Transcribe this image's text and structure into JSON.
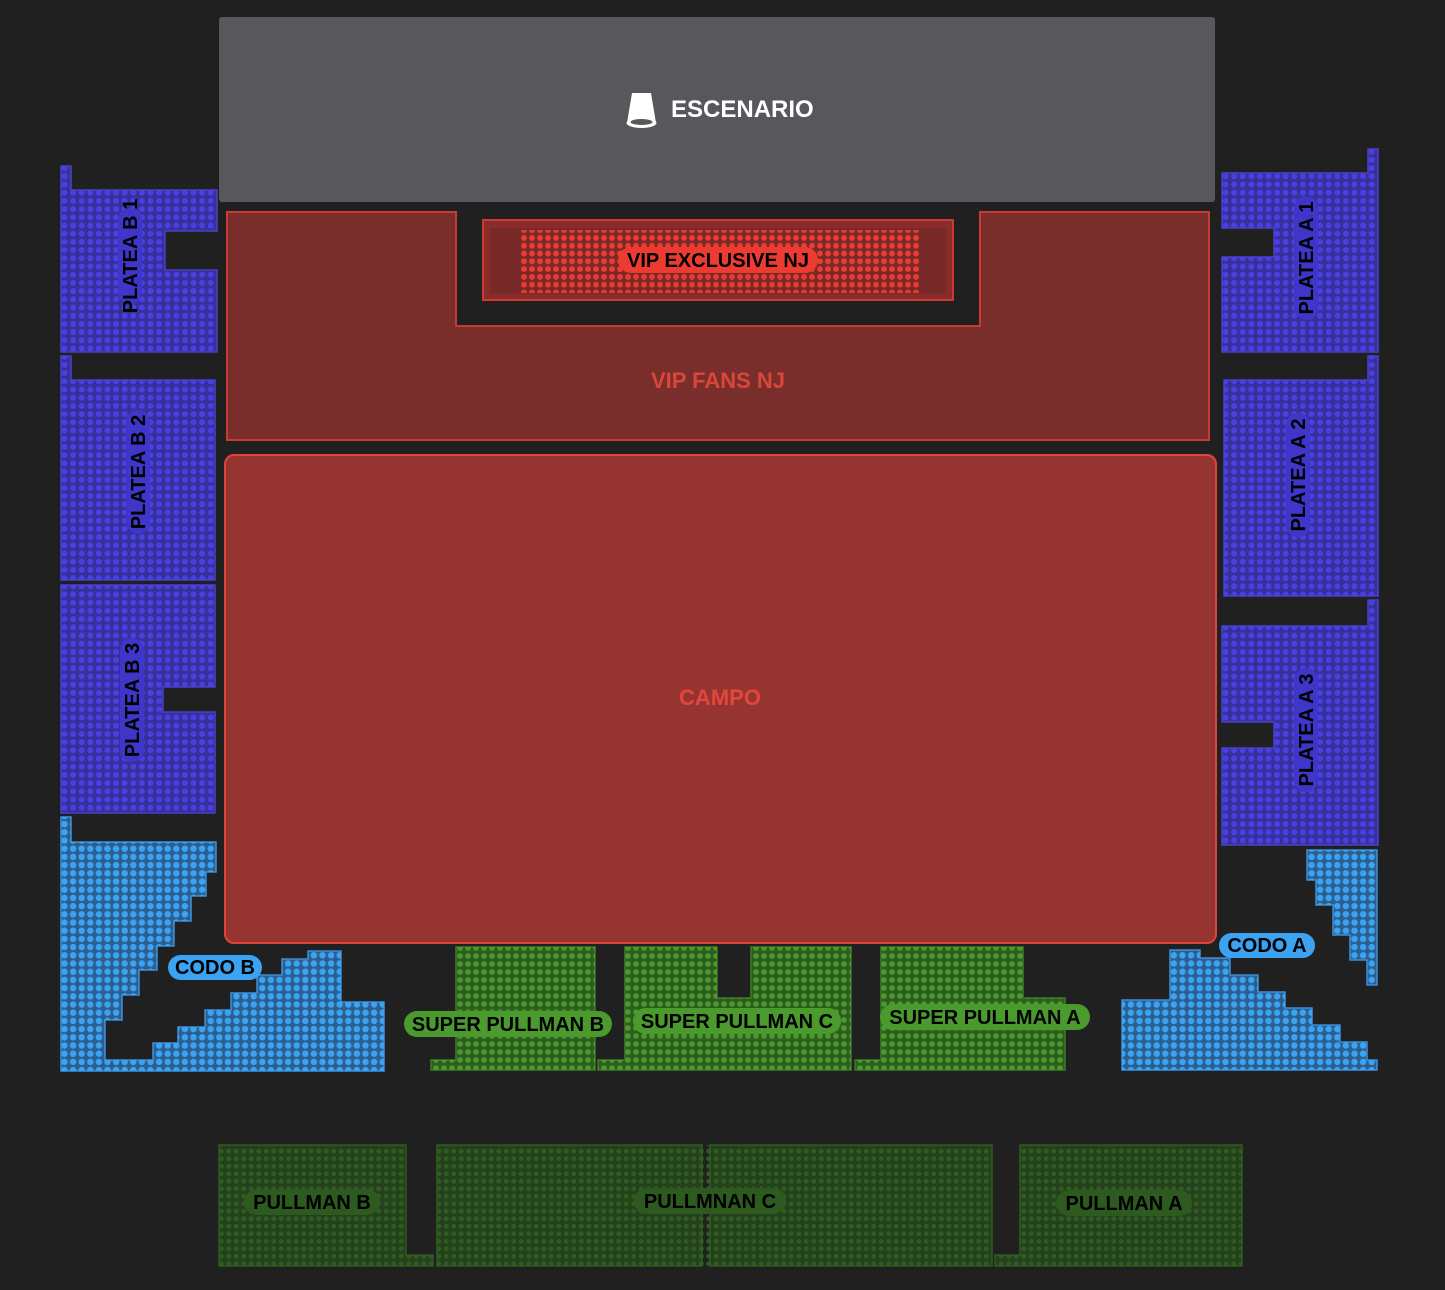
{
  "stage": {
    "label": "ESCENARIO",
    "icon": "stage-speaker-icon"
  },
  "sections": {
    "vip_exclusive": "VIP EXCLUSIVE NJ",
    "vip_fans": "VIP FANS NJ",
    "campo": "CAMPO",
    "platea_b1": "PLATEA B 1",
    "platea_b2": "PLATEA B 2",
    "platea_b3": "PLATEA B 3",
    "platea_a1": "PLATEA A 1",
    "platea_a2": "PLATEA A 2",
    "platea_a3": "PLATEA A 3",
    "codo_b": "CODO B",
    "codo_a": "CODO A",
    "super_pullman_b": "SUPER PULLMAN B",
    "super_pullman_c": "SUPER PULLMAN C",
    "super_pullman_a": "SUPER PULLMAN A",
    "pullman_b": "PULLMAN B",
    "pullman_c": "PULLMNAN C",
    "pullman_a": "PULLMAN A"
  },
  "colors": {
    "background": "#202020",
    "stage": "#58585c",
    "vip": "#e8382f",
    "platea": "#3d36c8",
    "codo": "#3ba3f2",
    "super_pullman": "#4b9a2e",
    "pullman": "#2d5a1e"
  }
}
